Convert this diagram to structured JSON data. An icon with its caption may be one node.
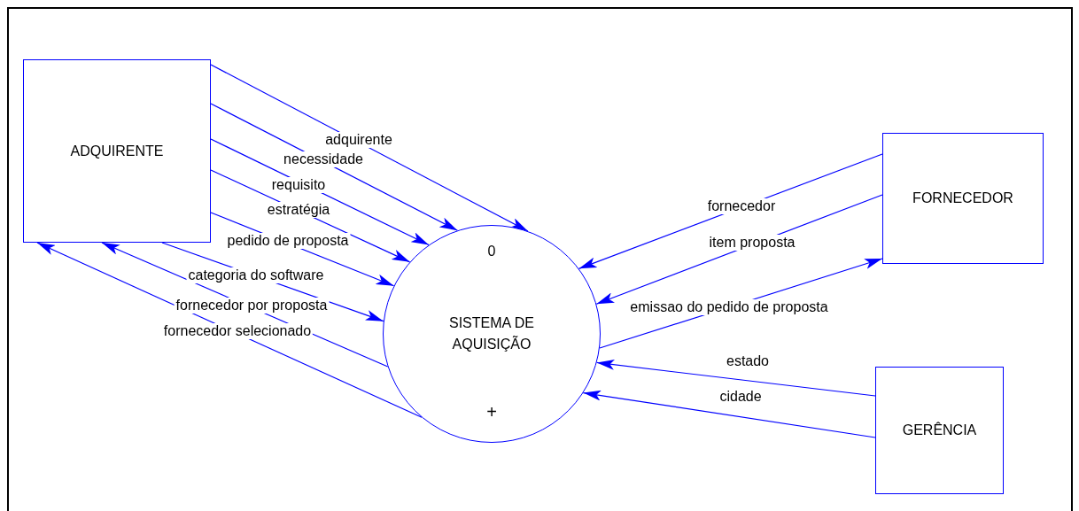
{
  "diagram": {
    "nodes": [
      {
        "text": [
          "ADQUIRENTE"
        ]
      },
      {
        "text": [
          "0",
          "SISTEMA DE AQUISIÇÃO",
          "+"
        ]
      },
      {
        "text": [
          "FORNECEDOR"
        ]
      },
      {
        "text": [
          "GERÊNCIA"
        ]
      }
    ],
    "edges": [
      {
        "from": 0,
        "to": 1,
        "arrow": "to",
        "label": "adquirente"
      },
      {
        "from": 0,
        "to": 1,
        "arrow": "to",
        "label": "necessidade"
      },
      {
        "from": 0,
        "to": 1,
        "arrow": "to",
        "label": "requisito"
      },
      {
        "from": 0,
        "to": 1,
        "arrow": "to",
        "label": "estratégia"
      },
      {
        "from": 0,
        "to": 1,
        "arrow": "to",
        "label": "pedido de proposta"
      },
      {
        "from": 0,
        "to": 1,
        "arrow": "to",
        "label": "categoria do software"
      },
      {
        "from": 1,
        "to": 0,
        "arrow": "to",
        "label": "fornecedor por proposta"
      },
      {
        "from": 1,
        "to": 0,
        "arrow": "to",
        "label": "fornecedor selecionado"
      },
      {
        "from": 2,
        "to": 1,
        "arrow": "to",
        "label": "fornecedor"
      },
      {
        "from": 2,
        "to": 1,
        "arrow": "to",
        "label": "item proposta"
      },
      {
        "from": 1,
        "to": 2,
        "arrow": "to",
        "label": "emissao do pedido de proposta"
      },
      {
        "from": 3,
        "to": 1,
        "arrow": "to",
        "label": "estado"
      },
      {
        "from": 3,
        "to": 1,
        "arrow": "to",
        "label": "cidade"
      }
    ]
  }
}
